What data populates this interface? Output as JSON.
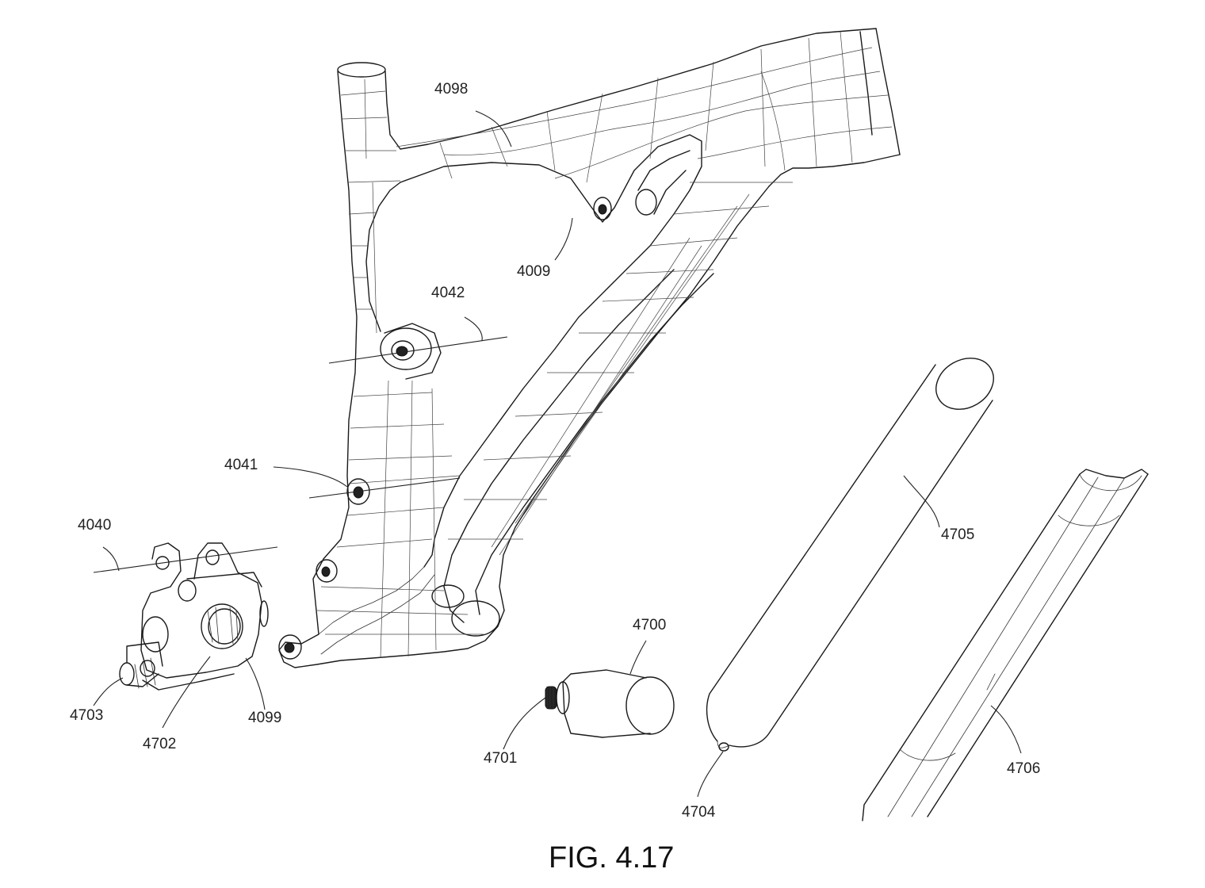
{
  "caption": "FIG. 4.17",
  "labels": {
    "l4098": "4098",
    "l4009": "4009",
    "l4042": "4042",
    "l4041": "4041",
    "l4040": "4040",
    "l4703": "4703",
    "l4702": "4702",
    "l4099": "4099",
    "l4700": "4700",
    "l4701": "4701",
    "l4705": "4705",
    "l4704": "4704",
    "l4706": "4706"
  }
}
